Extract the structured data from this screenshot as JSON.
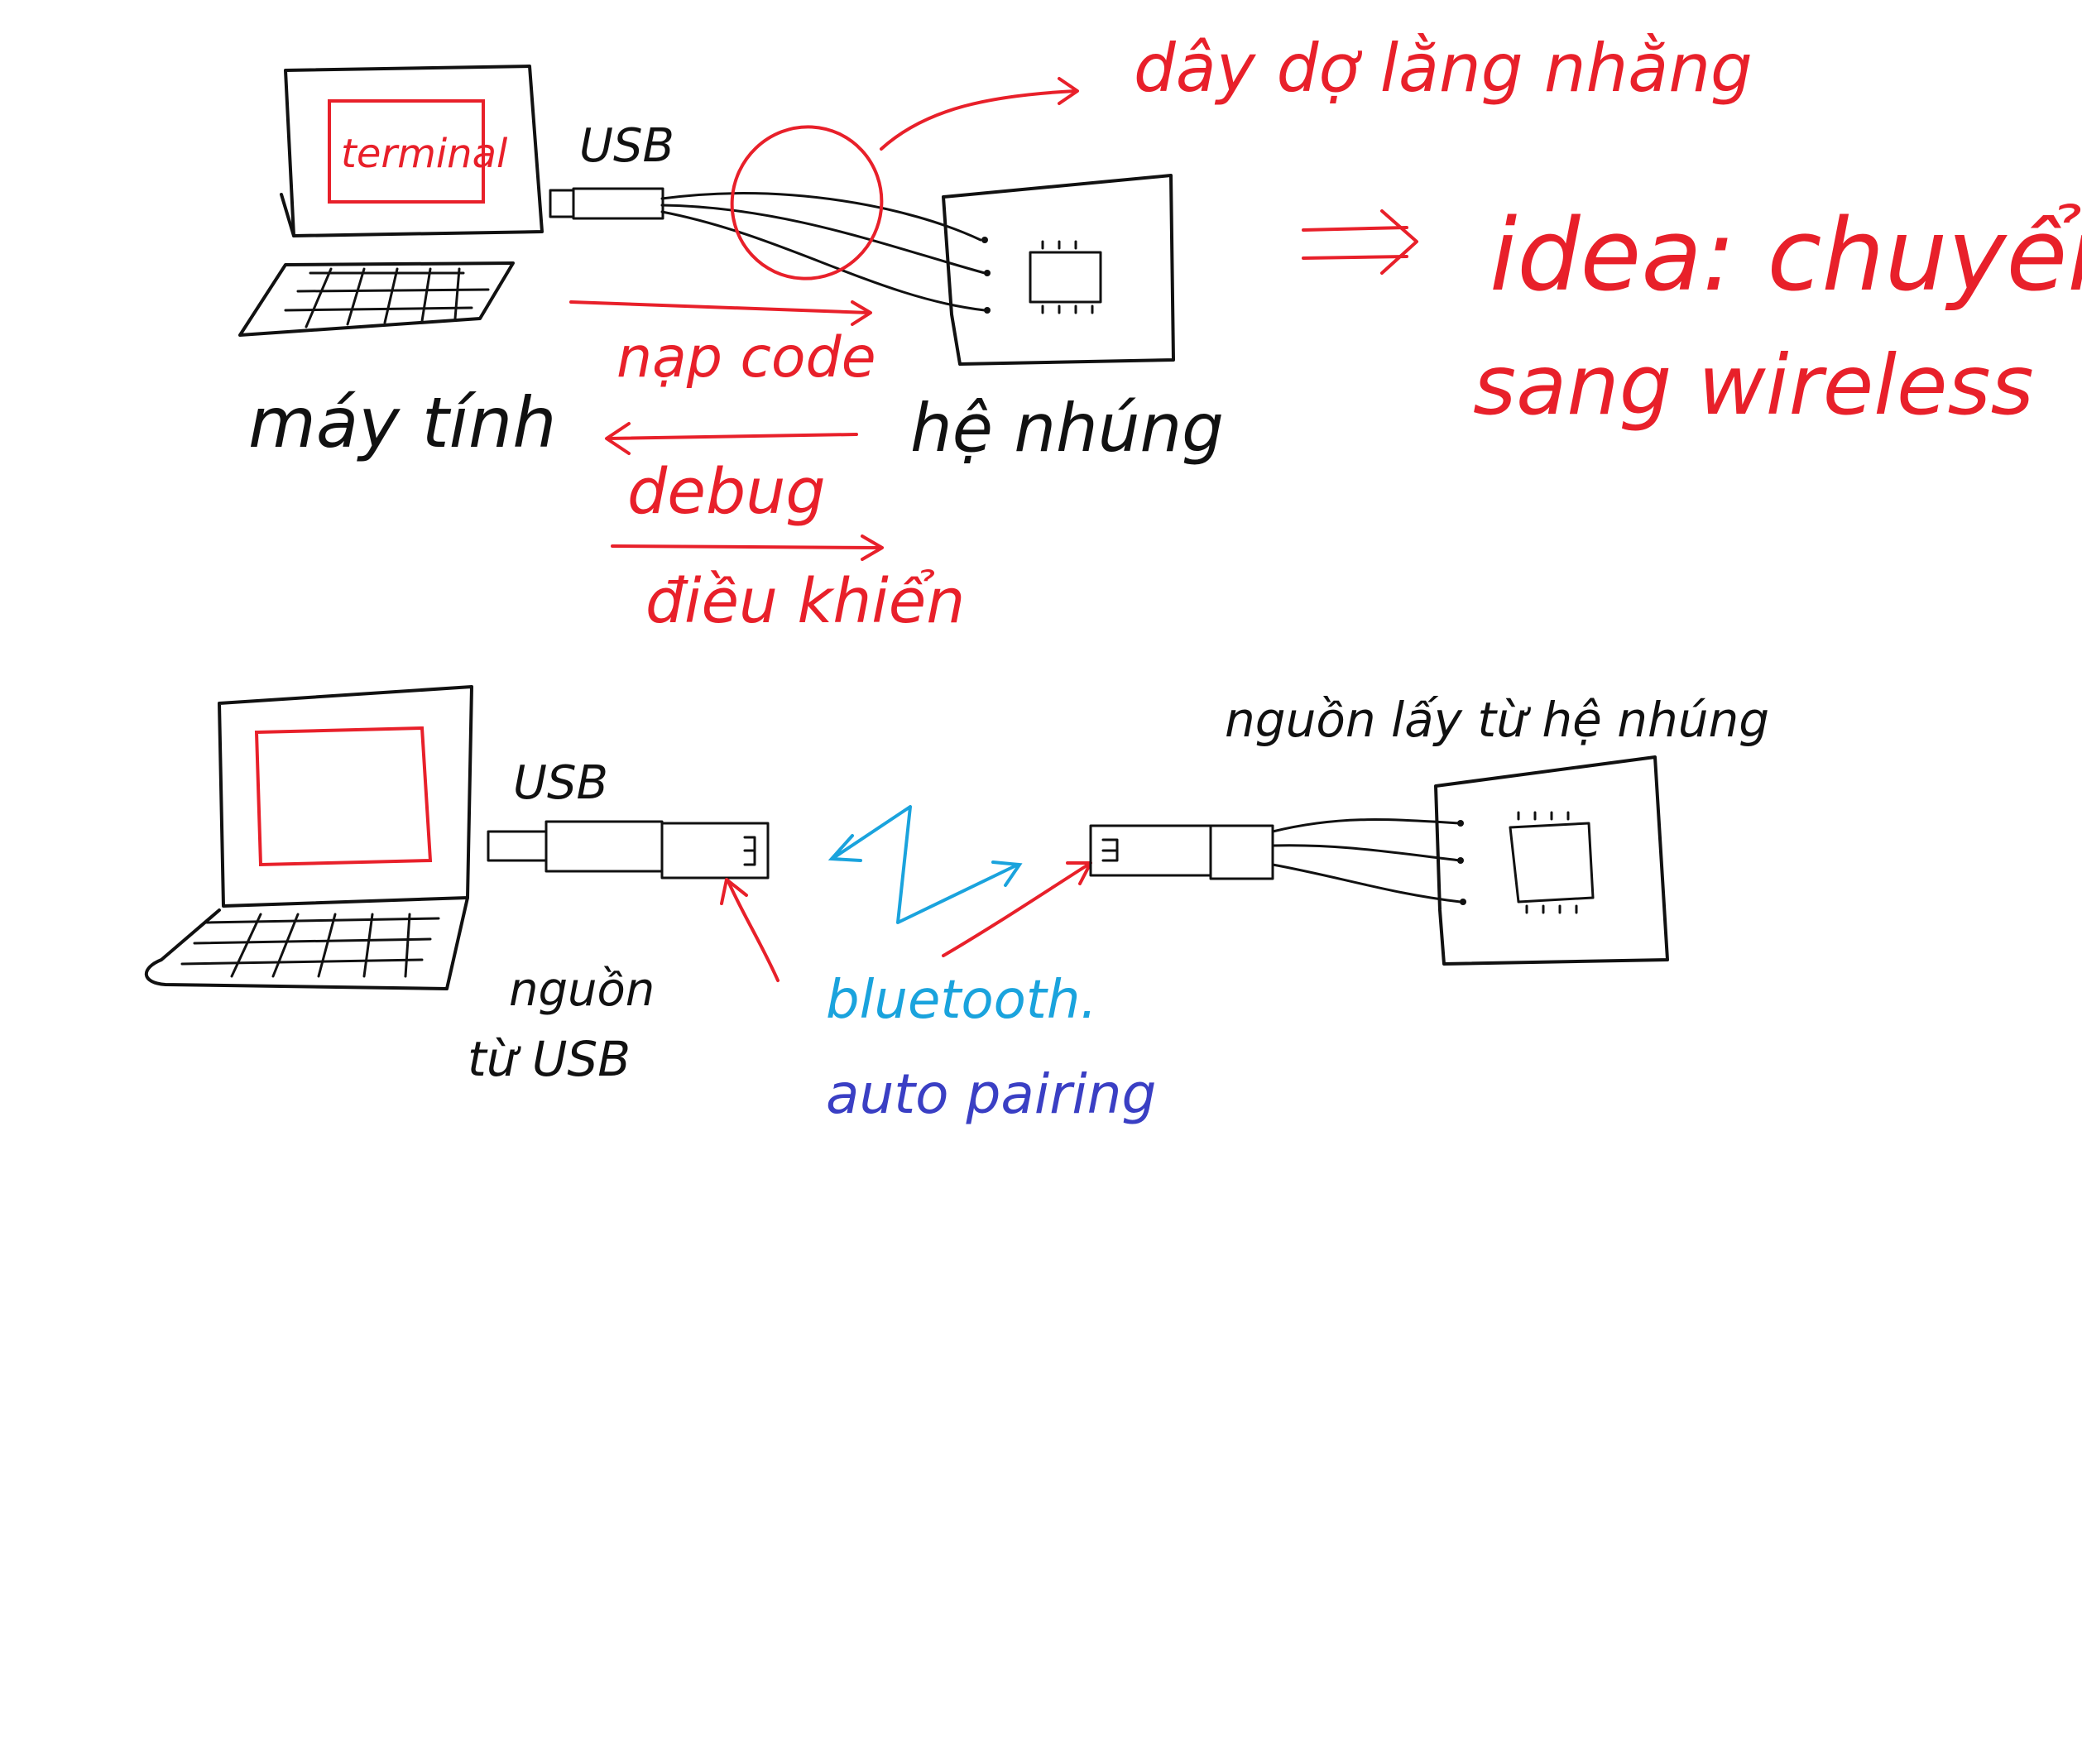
{
  "colors": {
    "ink": "#111111",
    "red": "#e8202a",
    "cyan": "#1aa3dd",
    "blue": "#3a3fc4"
  },
  "top": {
    "screen_label": "terminal",
    "usb_label": "USB",
    "cable_note": "dây dợ lằng nhằng",
    "computer_label": "máy tính",
    "embedded_label": "hệ nhúng",
    "upload_label": "nạp code",
    "debug_label": "debug",
    "control_label": "điều khiển",
    "idea_line1": "idea: chuyển",
    "idea_line2": "sang wireless"
  },
  "bottom": {
    "usb_label": "USB",
    "power_usb_line1": "nguồn",
    "power_usb_line2": "từ USB",
    "power_embedded": "nguồn lấy từ hệ nhúng",
    "bluetooth_label": "bluetooth.",
    "pairing_label": "auto pairing"
  },
  "icons": [
    "laptop-icon",
    "usb-dongle-icon",
    "circuit-board-icon",
    "chip-icon",
    "arrow-icon",
    "lightning-icon"
  ]
}
